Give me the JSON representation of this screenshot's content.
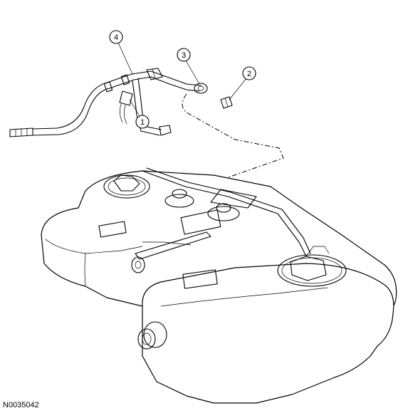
{
  "callouts": [
    {
      "id": "4",
      "label": "4"
    },
    {
      "id": "3",
      "label": "3"
    },
    {
      "id": "2",
      "label": "2"
    },
    {
      "id": "1",
      "label": "1"
    }
  ],
  "reference_code": "N0035042"
}
